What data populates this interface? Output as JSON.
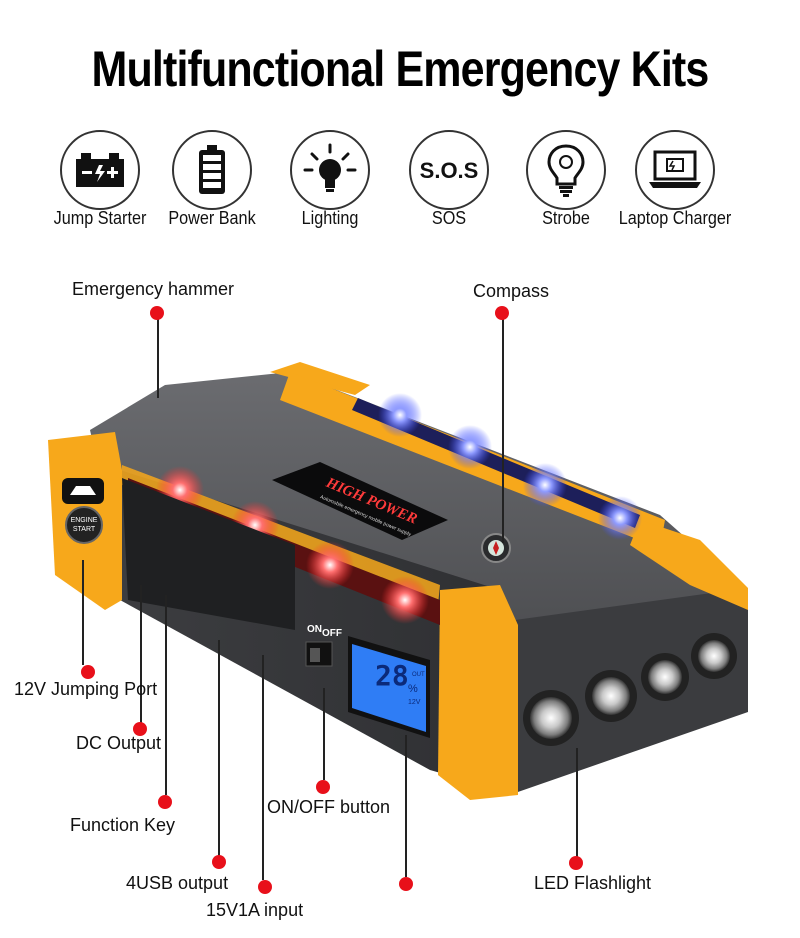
{
  "title": "Multifunctional Emergency Kits",
  "features": [
    {
      "label": "Jump Starter",
      "icon": "battery-icon"
    },
    {
      "label": "Power Bank",
      "icon": "power-bank-icon"
    },
    {
      "label": "Lighting",
      "icon": "light-bulb-icon"
    },
    {
      "label": "SOS",
      "icon": "sos-icon",
      "icon_text": "S.O.S"
    },
    {
      "label": "Strobe",
      "icon": "strobe-bulb-icon"
    },
    {
      "label": "Laptop Charger",
      "icon": "laptop-icon"
    }
  ],
  "device": {
    "brand": "HIGH POWER",
    "tagline": "Automobile emergency mobile power supply",
    "engine_start": "ENGINE START",
    "switch_on": "ON",
    "switch_off": "OFF",
    "lcd_value": "28",
    "lcd_unit": "%",
    "lcd_voltage": "12V",
    "lcd_out": "OUT"
  },
  "callouts": {
    "emergency_hammer": "Emergency hammer",
    "compass": "Compass",
    "jumping_port": "12V Jumping Port",
    "dc_output": "DC Output",
    "function_key": "Function Key",
    "onoff_button": "ON/OFF button",
    "usb_output": "4USB output",
    "input": "15V1A input",
    "led_flashlight": "LED Flashlight"
  },
  "colors": {
    "accent_yellow": "#f7a81b",
    "body_gray": "#4a4b4e",
    "marker_red": "#e8101a",
    "led_blue": "#3a4bff",
    "led_red": "#ff2a2a"
  }
}
